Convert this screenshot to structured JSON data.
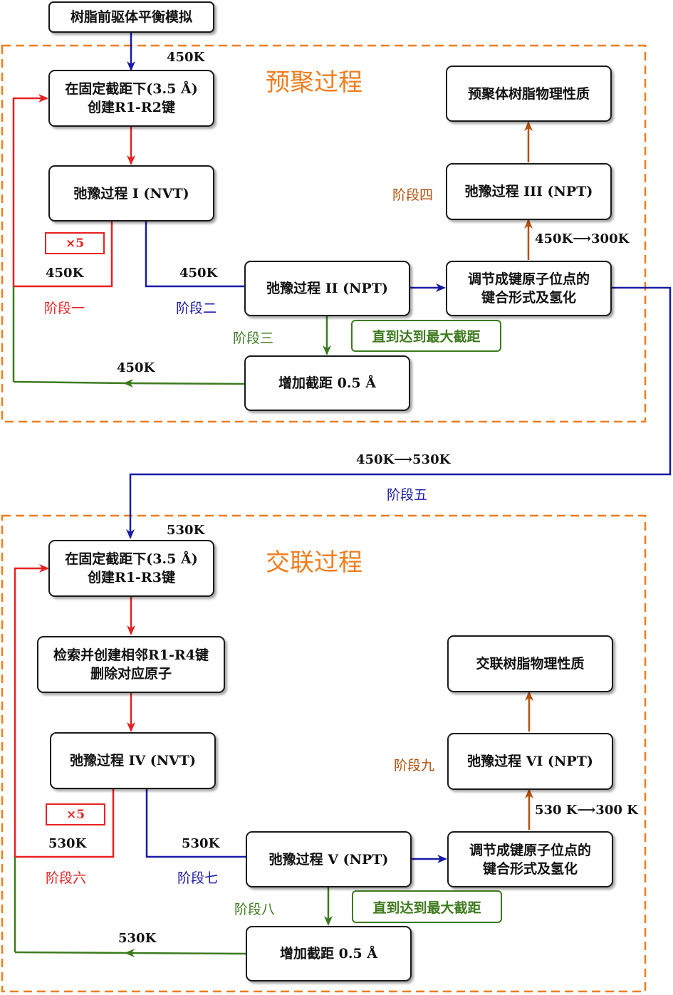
{
  "colors": {
    "frame": "#f07d1e",
    "red": "#e82020",
    "blue": "#1a1aa8",
    "green": "#3d7a1e",
    "brown": "#b4500a",
    "title": "#f07d1e"
  },
  "start_box": "树脂前驱体平衡模拟",
  "prepoly": {
    "title": "预聚过程",
    "create_bond": [
      "在固定截距下(3.5 Å)",
      "创建R1-R2键"
    ],
    "relax1": "弛豫过程 I (NVT)",
    "relax2": "弛豫过程 II (NPT)",
    "adjust": [
      "调节成键原子位点的",
      "键合形式及氢化"
    ],
    "relax3": "弛豫过程 III (NPT)",
    "props": "预聚体树脂物理性质",
    "increase": "增加截距 0.5 Å",
    "repeat": "×5",
    "until_max": "直到达到最大截距",
    "temps": {
      "top": "450K",
      "loop": "450K",
      "stage2": "450K",
      "back": "450K",
      "cool": "450K⟶300K"
    },
    "stages": {
      "s1": "阶段一",
      "s2": "阶段二",
      "s3": "阶段三",
      "s4": "阶段四"
    }
  },
  "transition": {
    "temp": "450K⟶530K",
    "stage": "阶段五"
  },
  "crosslink": {
    "title": "交联过程",
    "create_bond": [
      "在固定截距下(3.5 Å)",
      "创建R1-R3键"
    ],
    "search_bond": [
      "检索并创建相邻R1-R4键",
      "删除对应原子"
    ],
    "relax4": "弛豫过程 IV (NVT)",
    "relax5": "弛豫过程 V (NPT)",
    "adjust": [
      "调节成键原子位点的",
      "键合形式及氢化"
    ],
    "relax6": "弛豫过程 VI (NPT)",
    "props": "交联树脂物理性质",
    "increase": "增加截距 0.5 Å",
    "repeat": "×5",
    "until_max": "直到达到最大截距",
    "temps": {
      "top": "530K",
      "loop": "530K",
      "stage7": "530K",
      "back": "530K",
      "cool": "530 K⟶300 K"
    },
    "stages": {
      "s6": "阶段六",
      "s7": "阶段七",
      "s8": "阶段八",
      "s9": "阶段九"
    }
  }
}
